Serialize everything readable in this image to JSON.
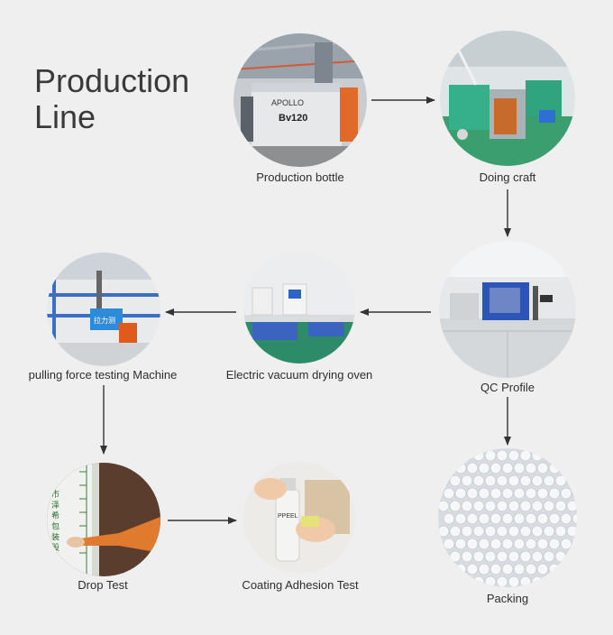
{
  "title": {
    "line1": "Production",
    "line2": "Line"
  },
  "steps": [
    {
      "id": "production-bottle",
      "label": "Production bottle",
      "machine_text": "APOLLO",
      "model_text": "Bv120"
    },
    {
      "id": "doing-craft",
      "label": "Doing craft"
    },
    {
      "id": "qc-profile",
      "label": "QC Profile"
    },
    {
      "id": "electric-vacuum-drying-oven",
      "label": "Electric vacuum drying oven"
    },
    {
      "id": "pulling-force-testing-machine",
      "label": "pulling force testing Machine",
      "sign_text": "拉力测"
    },
    {
      "id": "drop-test",
      "label": "Drop Test",
      "ruler_text": "市 泽 希 包 装 股 份"
    },
    {
      "id": "coating-adhesion-test",
      "label": "Coating Adhesion Test",
      "bottle_text": "PPEEL"
    },
    {
      "id": "packing",
      "label": "Packing"
    }
  ],
  "colors": {
    "background": "#efefef",
    "arrow": "#333333",
    "text": "#2e2e2e"
  }
}
